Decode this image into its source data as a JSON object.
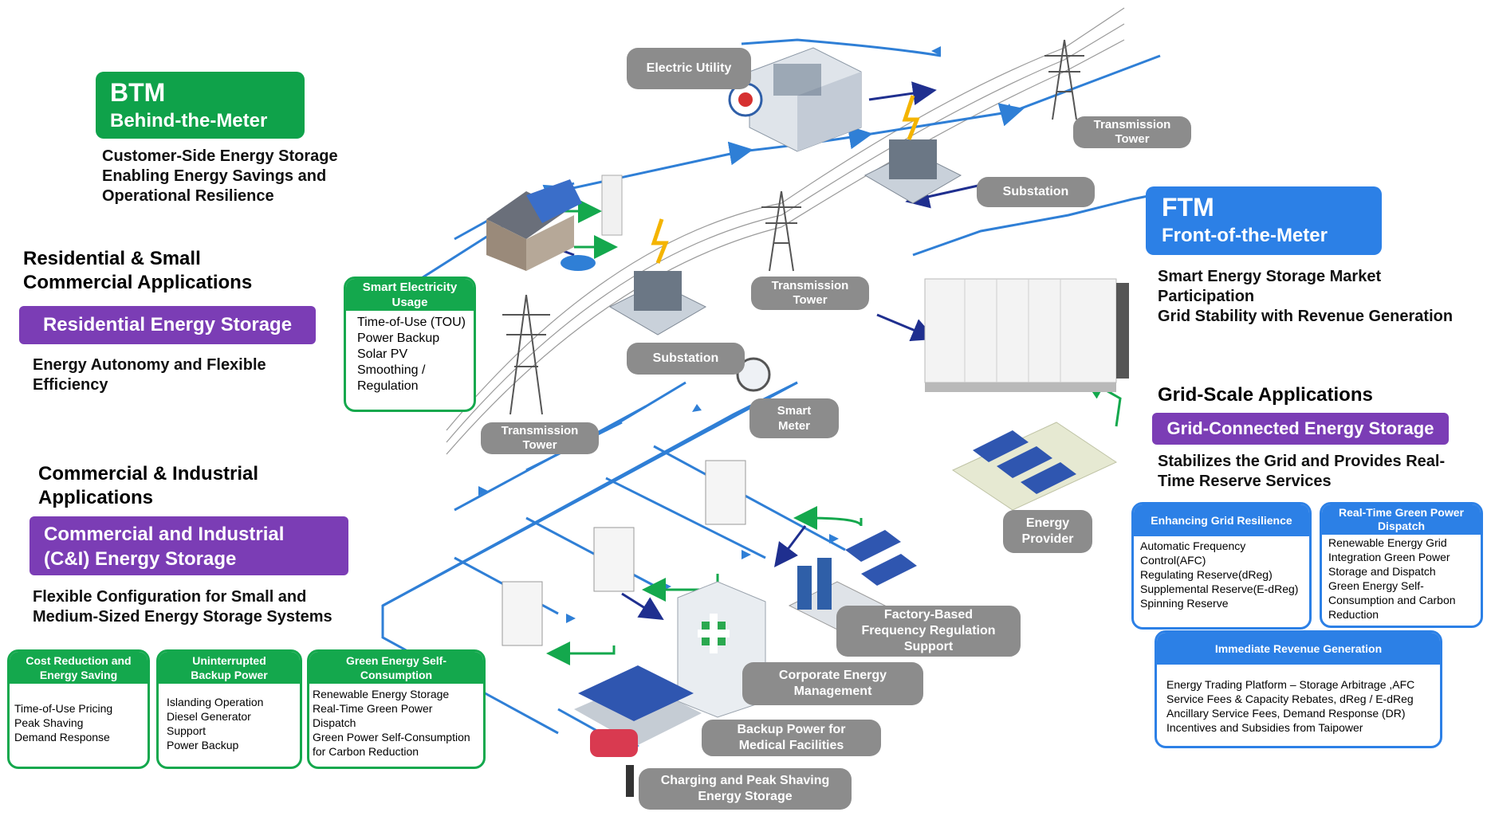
{
  "btm": {
    "title": "BTM",
    "subtitle": "Behind-the-Meter",
    "desc": [
      "Customer-Side Energy Storage",
      "Enabling Energy Savings and",
      "Operational Resilience"
    ]
  },
  "residential": {
    "heading": [
      "Residential & Small",
      "Commercial Applications"
    ],
    "tag": "Residential Energy Storage",
    "desc": [
      "Energy Autonomy and Flexible",
      "Efficiency"
    ]
  },
  "ci": {
    "heading": [
      "Commercial & Industrial",
      "Applications"
    ],
    "tag": [
      "Commercial and Industrial",
      "(C&I) Energy Storage"
    ],
    "desc": [
      "Flexible Configuration for Small and",
      "Medium-Sized Energy Storage Systems"
    ]
  },
  "ftm": {
    "title": "FTM",
    "subtitle": "Front-of-the-Meter",
    "desc": [
      "Smart Energy Storage Market",
      "Participation",
      "Grid Stability with Revenue Generation"
    ]
  },
  "grid": {
    "heading": "Grid-Scale Applications",
    "tag": "Grid-Connected Energy Storage",
    "desc": [
      "Stabilizes the Grid and Provides Real-",
      "Time Reserve Services"
    ]
  },
  "smart_usage": {
    "title": [
      "Smart Electricity",
      "Usage"
    ],
    "items": [
      "Time-of-Use (TOU)",
      "Power Backup",
      "Solar PV",
      "Smoothing /",
      "Regulation"
    ]
  },
  "cards": {
    "cost": {
      "title": [
        "Cost Reduction and",
        "Energy Saving"
      ],
      "items": [
        "Time-of-Use Pricing",
        "Peak Shaving",
        "Demand Response"
      ]
    },
    "backup": {
      "title": [
        "Uninterrupted",
        "Backup Power"
      ],
      "items": [
        "Islanding Operation",
        "Diesel Generator",
        "Support",
        "Power Backup"
      ]
    },
    "green": {
      "title": [
        "Green Energy Self-",
        "Consumption"
      ],
      "items": [
        "Renewable Energy Storage",
        "Real-Time Green Power",
        "Dispatch",
        "Green Power Self-Consumption",
        "for Carbon Reduction"
      ]
    },
    "resilience": {
      "title": [
        "Enhancing Grid Resilience"
      ],
      "items": [
        "Automatic Frequency",
        "Control(AFC)",
        "Regulating Reserve(dReg)",
        "Supplemental Reserve(E-dReg)",
        "Spinning Reserve"
      ]
    },
    "realtime": {
      "title": [
        "Real-Time Green Power",
        "Dispatch"
      ],
      "items": [
        "Renewable Energy Grid",
        "Integration Green Power",
        "Storage and Dispatch",
        "Green Energy Self-",
        "Consumption and Carbon",
        "Reduction"
      ]
    },
    "revenue": {
      "title": [
        "Immediate Revenue Generation"
      ],
      "items": [
        "Energy Trading Platform – Storage Arbitrage ,AFC",
        "Service Fees & Capacity Rebates, dReg / E-dReg",
        "Ancillary Service Fees, Demand Response (DR)",
        "Incentives and Subsidies from Taipower"
      ]
    }
  },
  "labels": {
    "electric_utility": [
      "Electric Utility"
    ],
    "transmission_tower_top": [
      "Transmission",
      "Tower"
    ],
    "substation_top": [
      "Substation"
    ],
    "transmission_tower_mid": [
      "Transmission",
      "Tower"
    ],
    "substation_mid": [
      "Substation"
    ],
    "transmission_tower_low": [
      "Transmission",
      "Tower"
    ],
    "smart_meter": [
      "Smart",
      "Meter"
    ],
    "energy_provider": [
      "Energy",
      "Provider"
    ],
    "factory": [
      "Factory-Based",
      "Frequency Regulation",
      "Support"
    ],
    "corporate": [
      "Corporate Energy",
      "Management"
    ],
    "medical": [
      "Backup Power for",
      "Medical Facilities"
    ],
    "charging": [
      "Charging and Peak Shaving",
      "Energy Storage"
    ]
  },
  "colors": {
    "green": "#14a84d",
    "blue": "#2c80e6",
    "purple": "#7b3db5",
    "gray_label": "#8c8c8c",
    "power_line": "#2f7fd6",
    "dark_flow": "#1f2f8f"
  }
}
